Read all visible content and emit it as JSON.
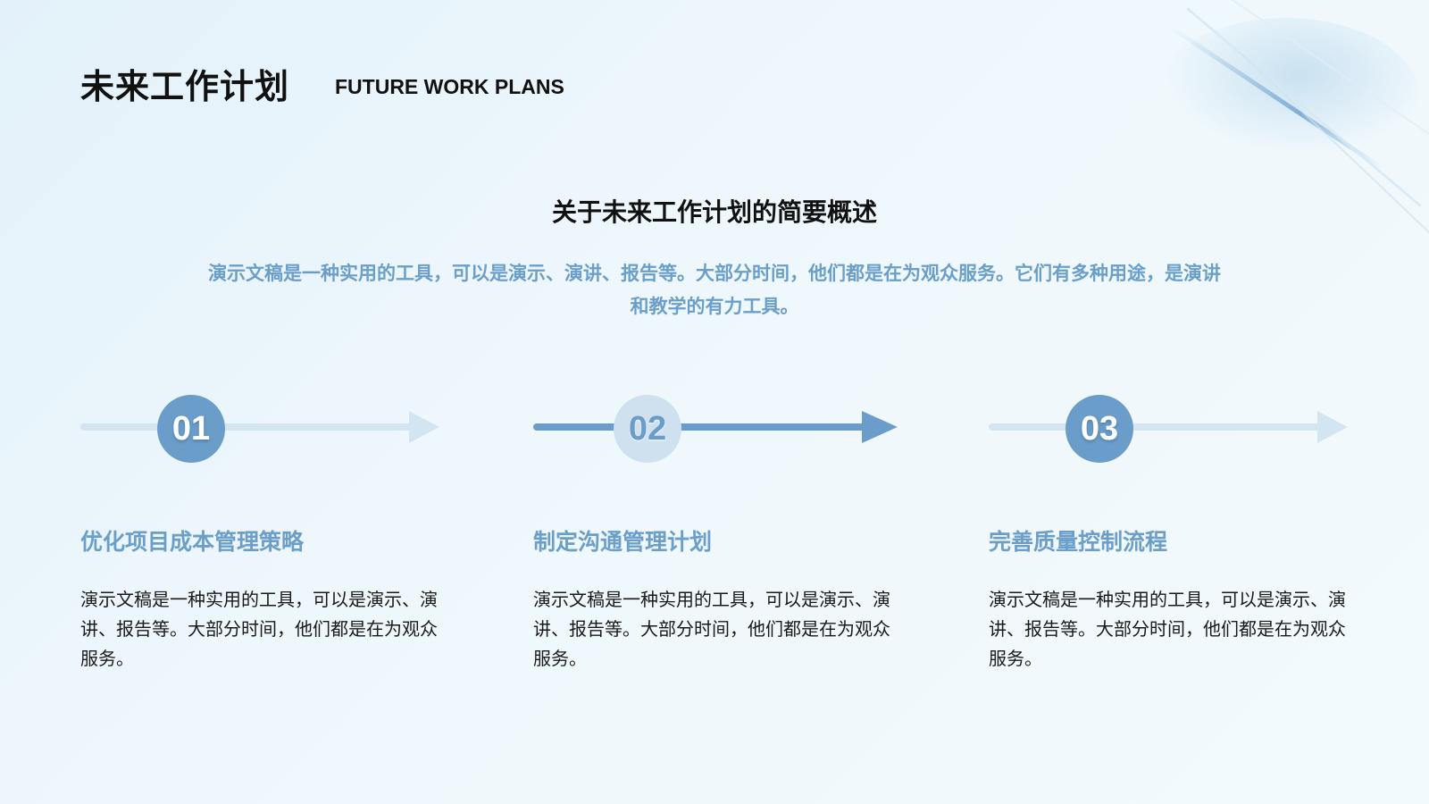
{
  "header": {
    "title": "未来工作计划",
    "subtitle_en": "FUTURE WORK PLANS"
  },
  "intro": {
    "heading": "关于未来工作计划的简要概述",
    "description": "演示文稿是一种实用的工具，可以是演示、演讲、报告等。大部分时间，他们都是在为观众服务。它们有多种用途，是演讲和教学的有力工具。"
  },
  "steps": [
    {
      "number": "01",
      "title": "优化项目成本管理策略",
      "text": "演示文稿是一种实用的工具，可以是演示、演讲、报告等。大部分时间，他们都是在为观众服务。",
      "active": false
    },
    {
      "number": "02",
      "title": "制定沟通管理计划",
      "text": "演示文稿是一种实用的工具，可以是演示、演讲、报告等。大部分时间，他们都是在为观众服务。",
      "active": true
    },
    {
      "number": "03",
      "title": "完善质量控制流程",
      "text": "演示文稿是一种实用的工具，可以是演示、演讲、报告等。大部分时间，他们都是在为观众服务。",
      "active": false
    }
  ],
  "colors": {
    "accent": "#6a9dc9",
    "accent_light": "#cfe1ef",
    "text_dark": "#111111",
    "background": "#eef7fc"
  }
}
